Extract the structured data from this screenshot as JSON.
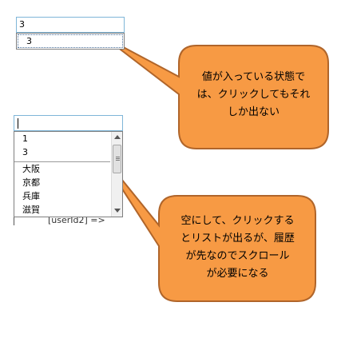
{
  "top_demo": {
    "input_value": "3",
    "suggestion": "3"
  },
  "bottom_demo": {
    "input_value": "",
    "history_items": [
      "1",
      "3"
    ],
    "list_items": [
      "大阪",
      "京都",
      "兵庫",
      "滋賀"
    ],
    "underlying_text": "[userId2] =>"
  },
  "callouts": [
    {
      "lines": [
        "値が入っている状態で",
        "は、クリックしてもそれ",
        "しか出ない"
      ]
    },
    {
      "lines": [
        "空にして、クリックする",
        "とリストが出るが、履歴",
        "が先なのでスクロール",
        "が必要になる"
      ]
    }
  ],
  "colors": {
    "callout_fill": "#f79a44",
    "callout_border": "#b0652a",
    "input_border": "#7fb6d8",
    "highlight": "#d6e8f7"
  }
}
